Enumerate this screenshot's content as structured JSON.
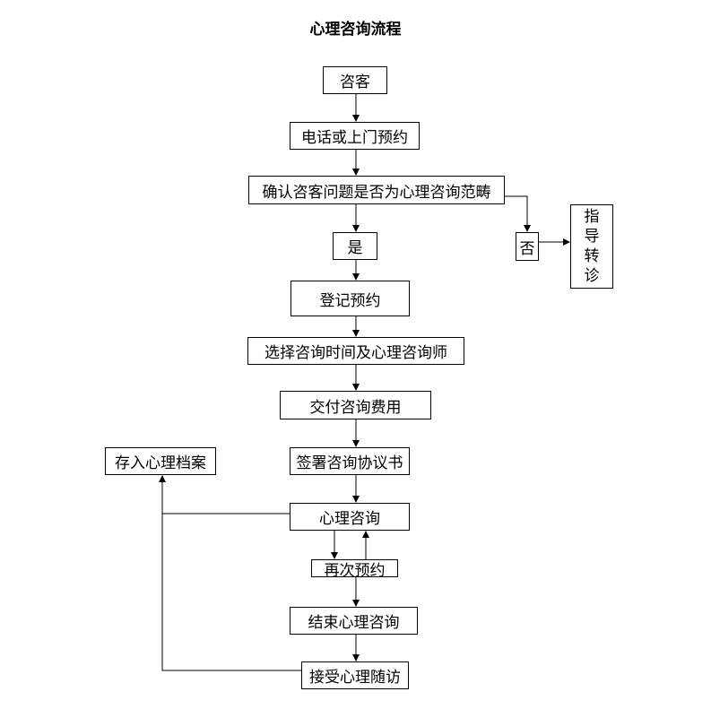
{
  "title": "心理咨询流程",
  "nodes": {
    "client": "咨客",
    "phone_or_visit": "电话或上门预约",
    "confirm_scope": "确认咨客问题是否为心理咨询范畴",
    "yes": "是",
    "no": "否",
    "guide_referral": [
      "指",
      "导",
      "转",
      "诊"
    ],
    "register": "登记预约",
    "select_time_counselor": "选择咨询时间及心理咨询师",
    "pay_fee": "交付咨询费用",
    "sign_agreement": "签署咨询协议书",
    "counseling": "心理咨询",
    "reschedule": "再次预约",
    "end_counseling": "结束心理咨询",
    "follow_up": "接受心理随访",
    "archive": "存入心理档案"
  }
}
